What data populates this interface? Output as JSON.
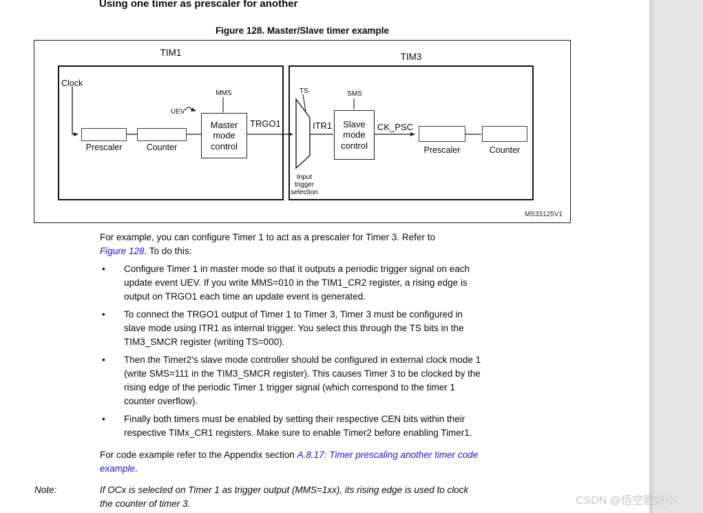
{
  "doc": {
    "section_title": "Using one timer as prescaler for another",
    "figure_caption": "Figure 128. Master/Slave timer example",
    "figure_ref_code": "MS33125V1",
    "fig": {
      "tim1": {
        "title": "TIM1",
        "clock": "Clock",
        "prescaler": "Prescaler",
        "counter": "Counter",
        "uev": "UEV",
        "mms": "MMS",
        "master_lines": [
          "Master",
          "mode",
          "control"
        ],
        "trgo1": "TRGO1"
      },
      "tim3": {
        "title": "TIM3",
        "ts": "TS",
        "itr1": "ITR1",
        "sms": "SMS",
        "slave_lines": [
          "Slave",
          "mode",
          "control"
        ],
        "ck_psc": "CK_PSC",
        "prescaler": "Prescaler",
        "counter": "Counter",
        "input_trigger_lines": [
          "Input",
          "trigger",
          "selection"
        ]
      }
    },
    "intro": {
      "line1": "For example, you can configure Timer 1 to act as a prescaler for Timer 3. Refer to",
      "line2_link": "Figure 128",
      "line2_rest": ". To do this:"
    },
    "bullet_char": "•",
    "bullets": [
      {
        "lines": [
          "Configure Timer 1 in master mode so that it outputs a periodic trigger signal on each",
          "update event UEV. If you write MMS=010 in the TIM1_CR2 register, a rising edge is",
          "output on TRGO1 each time an update event is generated."
        ]
      },
      {
        "lines": [
          "To connect the TRGO1 output of Timer 1 to Timer 3, Timer 3 must be configured in",
          "slave mode using ITR1 as internal trigger. You select this through the TS bits in the",
          "TIM3_SMCR register (writing TS=000)."
        ]
      },
      {
        "lines": [
          "Then the Timer2's slave mode controller should be configured in external clock mode 1",
          "(write SMS=111 in the TIM3_SMCR register). This causes Timer 3 to be clocked by the",
          "rising edge of the periodic Timer 1 trigger signal (which correspond to the timer 1",
          "counter overflow)."
        ]
      },
      {
        "lines": [
          "Finally both timers must be enabled by setting their respective CEN bits within their",
          "respective TIMx_CR1 registers. Make sure to enable Timer2 before enabling Timer1."
        ]
      }
    ],
    "code_ref": {
      "line1_text": "For code example refer to the Appendix section ",
      "line1_link": "A.8.17: Timer prescaling another timer code",
      "line2_link": "example",
      "line2_rest": "."
    },
    "note": {
      "label": "Note:",
      "line1": "If OCx is selected on Timer 1 as trigger output (MMS=1xx), its rising edge is used to clock",
      "line2": "the counter of timer 3."
    },
    "watermark": "CSDN @悟空胆好小",
    "colors": {
      "link_blue": "#1414f0",
      "strip_gray": "#e4e4e4",
      "watermark_gray": "#c6c6c6"
    }
  }
}
